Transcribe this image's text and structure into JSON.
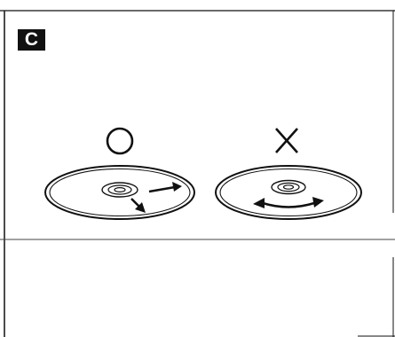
{
  "section": {
    "label": "C"
  },
  "panels": [
    {
      "symbol": "○",
      "symbol_name": "circle-mark-icon",
      "meaning": "correct",
      "disc": "disc-radial-wipe-icon"
    },
    {
      "symbol": "×",
      "symbol_name": "cross-mark-icon",
      "meaning": "incorrect",
      "disc": "disc-circular-wipe-icon"
    }
  ],
  "colors": {
    "ink": "#111111",
    "background": "#ffffff"
  }
}
